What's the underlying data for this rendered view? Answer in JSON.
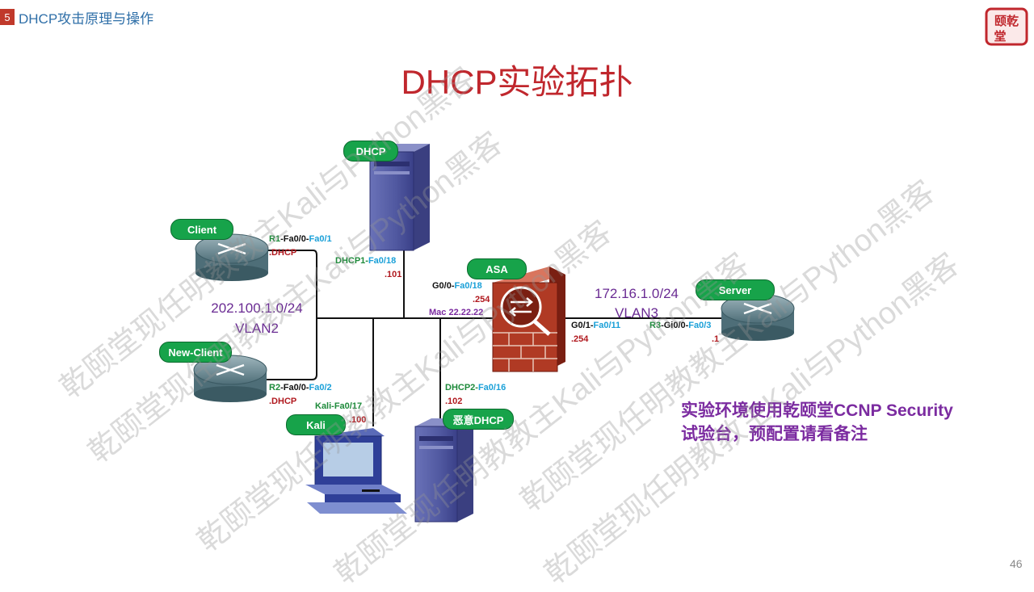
{
  "header": {
    "section_number": "5",
    "section_title": "DHCP攻击原理与操作"
  },
  "logo": {
    "text": "颐乾堂"
  },
  "slide": {
    "title": "DHCP实验拓扑",
    "page_number": "46"
  },
  "devices": {
    "dhcp": "DHCP",
    "client": "Client",
    "new_client": "New-Client",
    "asa": "ASA",
    "server": "Server",
    "kali": "Kali",
    "rogue_dhcp": "恶意DHCP"
  },
  "labels": {
    "r1_name": "R1",
    "r1_if1": "-Fa0/0-",
    "r1_if2": "Fa0/1",
    "r1_ip": ".DHCP",
    "dhcp1_name": "DHCP1-",
    "dhcp1_if": "Fa0/18",
    "dhcp1_ip": ".101",
    "asa_g0": "G0/0-",
    "asa_g0_if": "Fa0/18",
    "asa_g0_ip": ".254",
    "asa_mac": "Mac 22.22.22",
    "asa_g1": "G0/1-",
    "asa_g1_if": "Fa0/11",
    "asa_g1_ip": ".254",
    "r3_name": "R3",
    "r3_if1": "-Gi0/0-",
    "r3_if2": "Fa0/3",
    "r3_ip": ".1",
    "r2_name": "R2",
    "r2_if1": "-Fa0/0-",
    "r2_if2": "Fa0/2",
    "r2_ip": ".DHCP",
    "kali_if": "Kali-Fa0/17",
    "kali_ip": ".100",
    "dhcp2_name": "DHCP2-",
    "dhcp2_if": "Fa0/16",
    "dhcp2_ip": ".102"
  },
  "networks": {
    "left_subnet": "202.100.1.0/24",
    "left_vlan": "VLAN2",
    "right_subnet": "172.16.1.0/24",
    "right_vlan": "VLAN3"
  },
  "note": "实验环境使用乾颐堂CCNP Security试验台，预配置请看备注",
  "watermark": "乾颐堂现任明教教主Kali与Python黑客",
  "colors": {
    "title": "#c0272d",
    "header": "#2f6fa8",
    "pill": "#17a34a",
    "note": "#7b2ba0",
    "network": "#6a2b93"
  }
}
